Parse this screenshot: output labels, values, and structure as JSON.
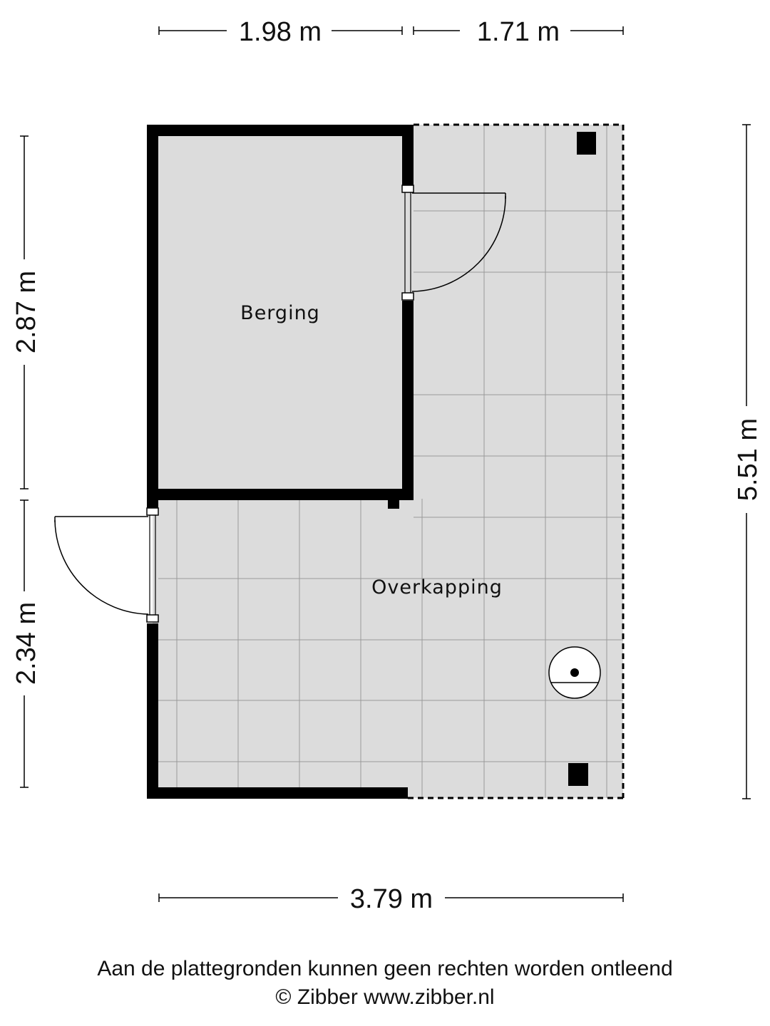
{
  "dimensions": {
    "top_left": "1.98 m",
    "top_right": "1.71 m",
    "bottom": "3.79 m",
    "left_upper": "2.87 m",
    "left_lower": "2.34 m",
    "right": "5.51 m"
  },
  "rooms": {
    "berging": "Berging",
    "overkapping": "Overkapping"
  },
  "footer": {
    "disclaimer": "Aan de plattegronden kunnen geen rechten worden ontleend",
    "credit": "© Zibber www.zibber.nl"
  },
  "colors": {
    "floor": "#dcdcdc",
    "wall": "#000000",
    "tile_line": "#9a9a9a"
  }
}
